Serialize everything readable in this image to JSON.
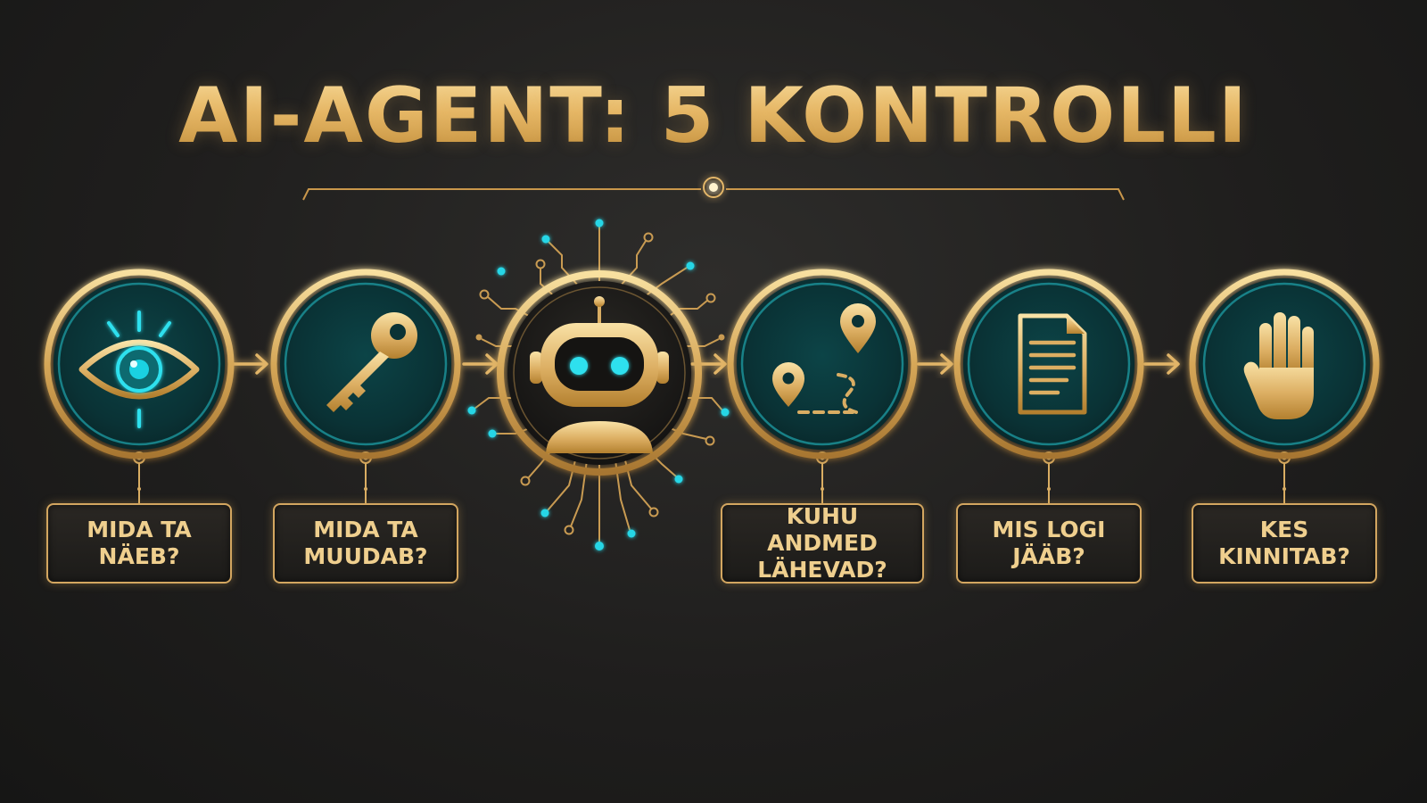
{
  "title": "AI-AGENT: 5 KONTROLLI",
  "colors": {
    "gold": "#d9ad63",
    "gold_light": "#f6dc9c",
    "teal": "#0f5b5e",
    "cyan_glow": "#27d6e6",
    "background": "#1f1e1d"
  },
  "center_node": {
    "icon": "robot-icon"
  },
  "steps": [
    {
      "icon": "eye-icon",
      "label": "MIDA TA\nNÄEB?"
    },
    {
      "icon": "key-icon",
      "label": "MIDA TA\nMUUDAB?"
    },
    {
      "icon": "route-map-pins-icon",
      "label": "KUHU ANDMED\nLÄHEVAD?"
    },
    {
      "icon": "document-log-icon",
      "label": "MIS LOGI\nJÄÄB?"
    },
    {
      "icon": "stop-hand-icon",
      "label": "KES\nKINNITAB?"
    }
  ]
}
